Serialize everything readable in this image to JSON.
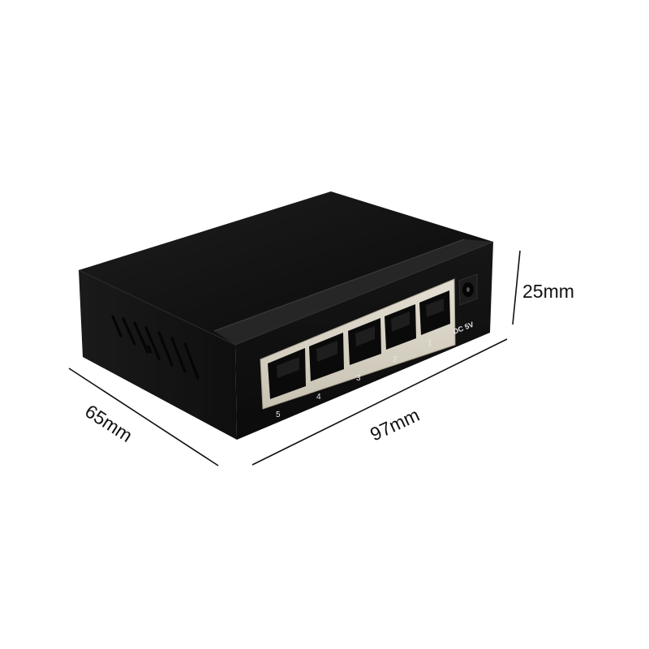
{
  "product": {
    "name": "5-port network switch",
    "body_color": "#141414",
    "port_frame_color": "#d9d4c6"
  },
  "dimensions": {
    "height": "25mm",
    "depth": "65mm",
    "width": "97mm"
  },
  "ports": [
    "5",
    "4",
    "3",
    "2",
    "1"
  ],
  "power": {
    "label": "DC 5V"
  }
}
